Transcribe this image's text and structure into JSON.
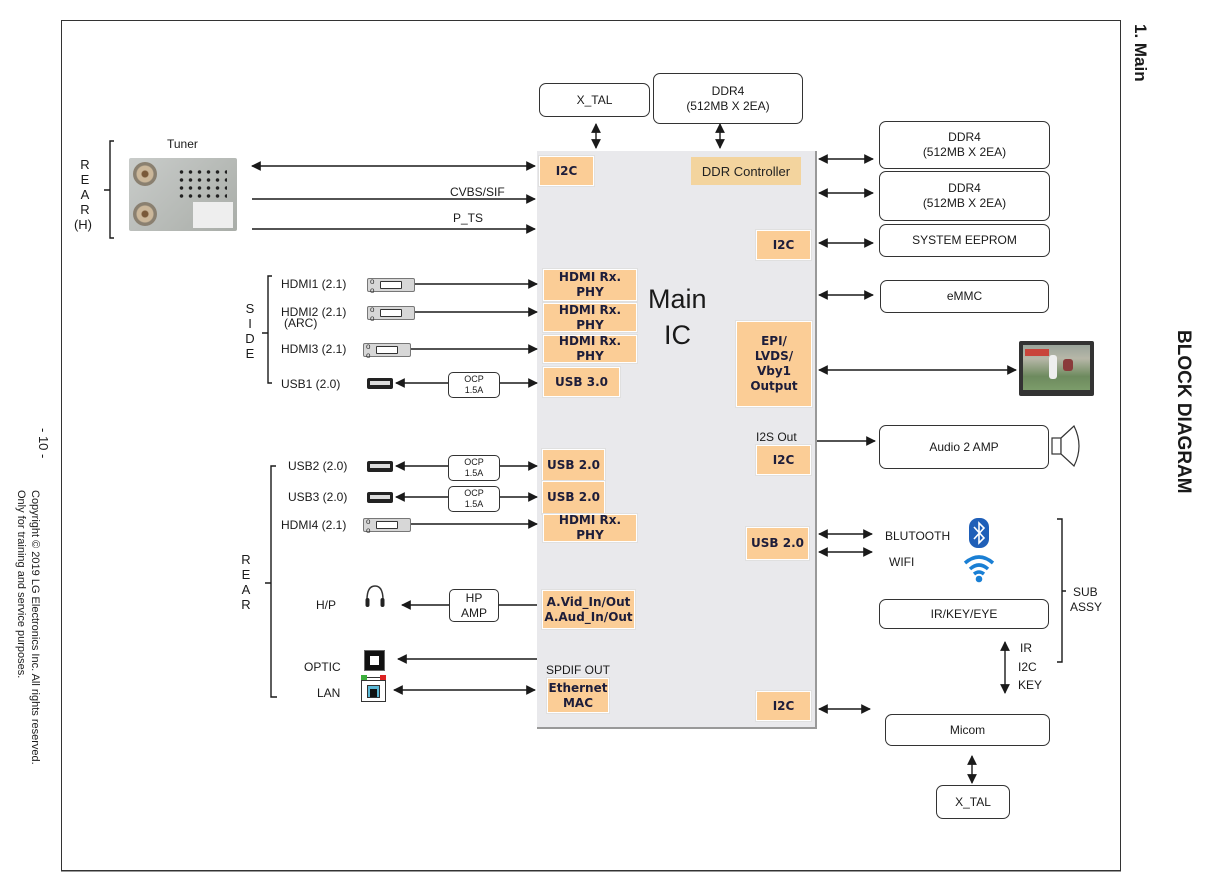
{
  "page": {
    "section_title": "1. Main",
    "diagram_title": "BLOCK DIAGRAM",
    "page_number": "- 10 -",
    "copyright_line1": "Copyright © 2019 LG Electronics Inc. All rights reserved.",
    "copyright_line2": "Only for training and service purposes."
  },
  "main_ic": {
    "title_line1": "Main",
    "title_line2": "IC",
    "blocks": {
      "i2c_tuner": "I2C",
      "ddr_controller": "DDR Controller",
      "i2c_eeprom": "I2C",
      "hdmi1_phy": "HDMI Rx. PHY",
      "hdmi2_phy": "HDMI Rx. PHY",
      "hdmi3_phy": "HDMI Rx. PHY",
      "usb30": "USB 3.0",
      "epi_line1": "EPI/",
      "epi_line2": "LVDS/",
      "epi_line3": "Vby1",
      "epi_line4": "Output",
      "i2s_out_label": "I2S Out",
      "i2c_audio": "I2C",
      "usb20_a": "USB 2.0",
      "usb20_b": "USB 2.0",
      "hdmi4_phy": "HDMI Rx. PHY",
      "usb20_wireless": "USB 2.0",
      "avid_line1": "A.Vid_In/Out",
      "avid_line2": "A.Aud_In/Out",
      "spdif_label": "SPDIF OUT",
      "ethernet_line1": "Ethernet",
      "ethernet_line2": "MAC",
      "i2c_micom": "I2C"
    }
  },
  "top": {
    "xtal": "X_TAL",
    "ddr4_top_line1": "DDR4",
    "ddr4_top_line2": "(512MB X 2EA)"
  },
  "right": {
    "ddr4_a_line1": "DDR4",
    "ddr4_a_line2": "(512MB X 2EA)",
    "ddr4_b_line1": "DDR4",
    "ddr4_b_line2": "(512MB X 2EA)",
    "eeprom": "SYSTEM EEPROM",
    "emmc": "eMMC",
    "audio_amp": "Audio 2  AMP",
    "bluetooth": "BLUTOOTH",
    "wifi": "WIFI",
    "ir_key_eye": "IR/KEY/EYE",
    "sub_assy_line1": "SUB",
    "sub_assy_line2": "ASSY",
    "ir_label": "IR",
    "i2c_label": "I2C",
    "key_label": "KEY",
    "micom": "Micom",
    "micom_xtal": "X_TAL"
  },
  "left": {
    "rear_h_letters": [
      "R",
      "E",
      "A",
      "R",
      "(H)"
    ],
    "tuner_label": "Tuner",
    "cvbs_sif": "CVBS/SIF",
    "p_ts": "P_TS",
    "side_letters": [
      "S",
      "I",
      "D",
      "E"
    ],
    "hdmi1": "HDMI1 (2.1)",
    "hdmi2": "HDMI2 (2.1)",
    "hdmi2_arc": "(ARC)",
    "hdmi3": "HDMI3 (2.1)",
    "usb1": "USB1 (2.0)",
    "ocp_line1": "OCP",
    "ocp_line2": "1.5A",
    "rear_letters": [
      "R",
      "E",
      "A",
      "R"
    ],
    "usb2": "USB2 (2.0)",
    "usb3": "USB3 (2.0)",
    "hdmi4": "HDMI4 (2.1)",
    "hp": "H/P",
    "hp_amp_line1": "HP",
    "hp_amp_line2": "AMP",
    "optic": "OPTIC",
    "lan": "LAN"
  },
  "icons": {
    "tuner": "tuner-module-image",
    "hdmi": "hdmi-connector-icon",
    "usb": "usb-connector-icon",
    "headphone": "headphone-icon",
    "optical": "optical-port-icon",
    "lan": "lan-port-icon",
    "panel": "tv-panel-image",
    "speaker": "speaker-icon",
    "bluetooth": "bluetooth-icon",
    "wifi": "wifi-icon"
  },
  "colors": {
    "block_fill": "#fbcd96",
    "ddr_controller_fill": "#f3d49e",
    "chip_fill": "#e9e9ec",
    "bluetooth_blue": "#1f5fb8",
    "wifi_blue": "#1a7fd4"
  }
}
